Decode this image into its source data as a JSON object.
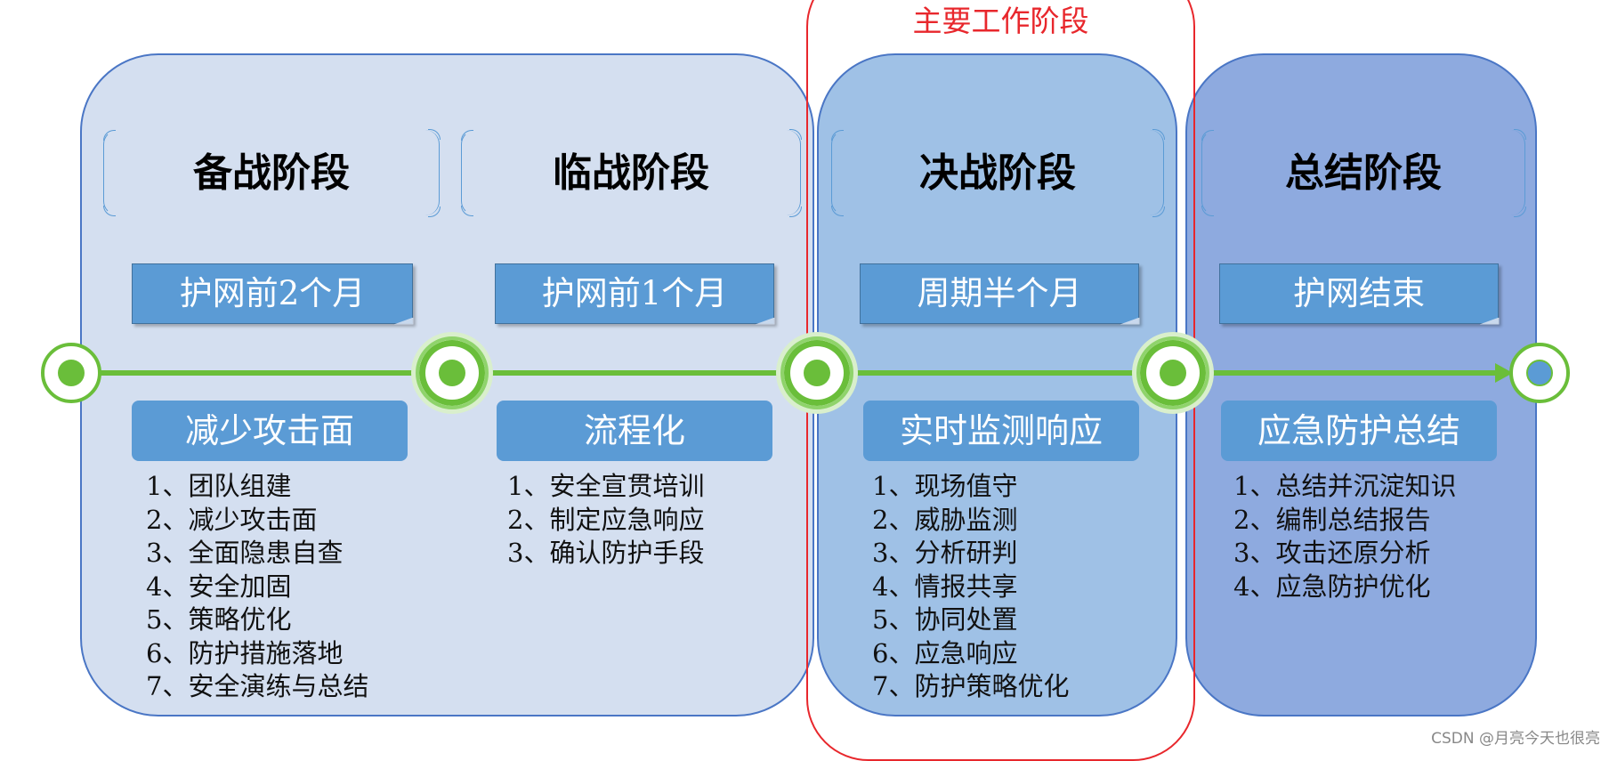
{
  "highlight": {
    "label": "主要工作阶段",
    "color": "#e8272c"
  },
  "stages": [
    {
      "title": "备战阶段",
      "time": "护网前2个月",
      "category": "减少攻击面",
      "tasks": [
        "1、团队组建",
        "2、减少攻击面",
        "3、全面隐患自查",
        "4、安全加固",
        "5、策略优化",
        "6、防护措施落地",
        "7、安全演练与总结"
      ]
    },
    {
      "title": "临战阶段",
      "time": "护网前1个月",
      "category": "流程化",
      "tasks": [
        "1、安全宣贯培训",
        "2、制定应急响应",
        "3、确认防护手段"
      ]
    },
    {
      "title": "决战阶段",
      "time": "周期半个月",
      "category": "实时监测响应",
      "tasks": [
        "1、现场值守",
        "2、威胁监测",
        "3、分析研判",
        "4、情报共享",
        "5、协同处置",
        "6、应急响应",
        "7、防护策略优化"
      ]
    },
    {
      "title": "总结阶段",
      "time": "护网结束",
      "category": "应急防护总结",
      "tasks": [
        "1、总结并沉淀知识",
        "2、编制总结报告",
        "3、攻击还原分析",
        "4、应急防护优化"
      ]
    }
  ],
  "colors": {
    "panel_prepare": "#d4dff0",
    "panel_battle": "#9fc1e6",
    "panel_summary": "#8eaadf",
    "tag_blue": "#5b9bd5",
    "timeline_green": "#6abe3a"
  },
  "watermark": "CSDN @月亮今天也很亮"
}
